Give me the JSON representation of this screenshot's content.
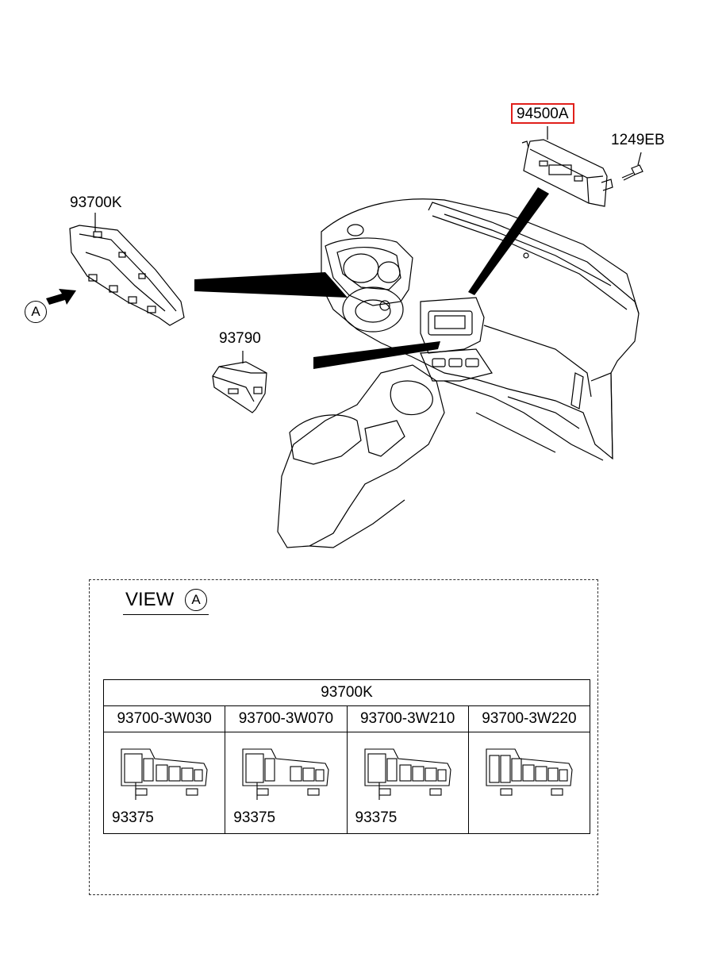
{
  "callouts": {
    "module_main": "94500A",
    "bolt": "1249EB",
    "switch_panel": "93700K",
    "small_switch": "93790",
    "view_marker": "A"
  },
  "view": {
    "title": "VIEW",
    "marker": "A"
  },
  "table": {
    "header": "93700K",
    "columns": [
      {
        "part_no": "93700-3W030",
        "sub_label": "93375"
      },
      {
        "part_no": "93700-3W070",
        "sub_label": "93375"
      },
      {
        "part_no": "93700-3W210",
        "sub_label": "93375"
      },
      {
        "part_no": "93700-3W220",
        "sub_label": ""
      }
    ]
  },
  "colors": {
    "highlight": "#e0201b",
    "line": "#000000"
  }
}
